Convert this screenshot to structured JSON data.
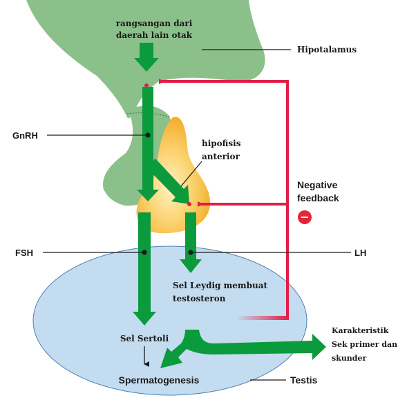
{
  "labels": {
    "stimulus_line1": "rangsangan dari",
    "stimulus_line2": "daerah lain otak",
    "hypothalamus": "Hipotalamus",
    "gnrh": "GnRH",
    "pituitary_line1": "hipofisis",
    "pituitary_line2": "anterior",
    "negative_line1": "Negative",
    "negative_line2": "feedback",
    "minus_sign": "−",
    "fsh": "FSH",
    "lh": "LH",
    "leydig_line1": "Sel Leydig membuat",
    "leydig_line2": "testosteron",
    "sertoli": "Sel Sertoli",
    "traits_line1": "Karakteristik",
    "traits_line2": "Sek primer dan",
    "traits_line3": "skunder",
    "spermatogenesis": "Spermatogenesis",
    "testis": "Testis"
  },
  "colors": {
    "hypothalamus_fill": "#8cc08a",
    "pituitary_fill": "#f7c04a",
    "testis_fill": "#c4dcef",
    "arrow_green": "#0b9a3c",
    "feedback_red": "#e11d48",
    "minus_badge": "#e3263a"
  }
}
